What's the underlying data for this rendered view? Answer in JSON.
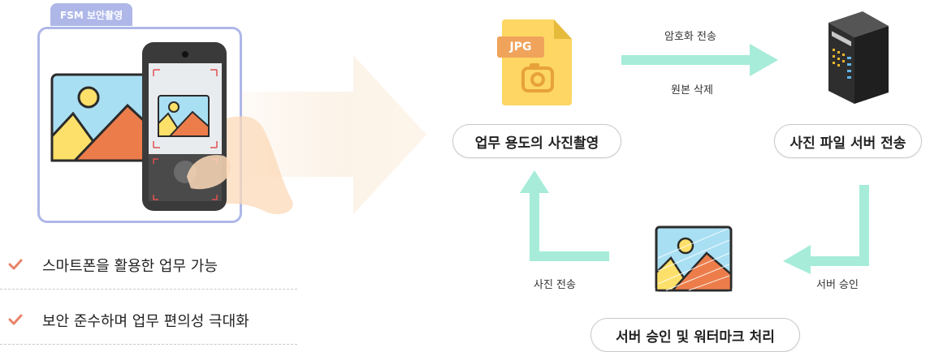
{
  "left_panel": {
    "badge": "FSM 보안촬영",
    "features": [
      {
        "text": "스마트폰을 활용한 업무 가능"
      },
      {
        "text": "보안 준수하며 업무 편의성 극대화"
      }
    ]
  },
  "flow": {
    "file_badge": "JPG",
    "step_capture": "업무 용도의 사진촬영",
    "step_server_transfer": "사진 파일 서버 전송",
    "step_watermark": "서버 승인 및 워터마크 처리",
    "arrow_top_upper": "암호화 전송",
    "arrow_top_lower": "원본 삭제",
    "arrow_right": "서버 승인",
    "arrow_left": "사진 전송"
  },
  "colors": {
    "frame": "#aeb7e8",
    "arrow": "#a6ecd9",
    "check": "#e8836a",
    "file": "#fdd663"
  }
}
